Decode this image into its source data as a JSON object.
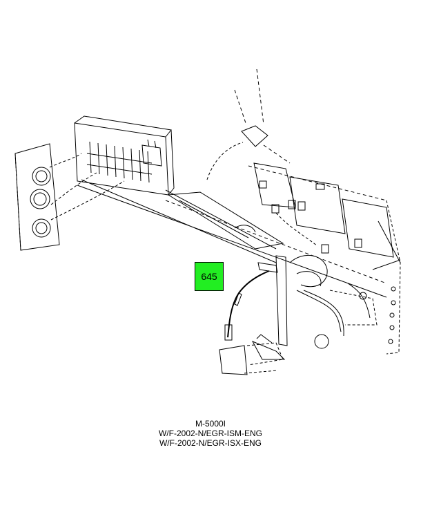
{
  "callout": {
    "label": "645",
    "color": "#22ee22"
  },
  "captions": [
    "M-5000I",
    "W/F-2002-N/EGR-ISM-ENG",
    "W/F-2002-N/EGR-ISX-ENG"
  ]
}
